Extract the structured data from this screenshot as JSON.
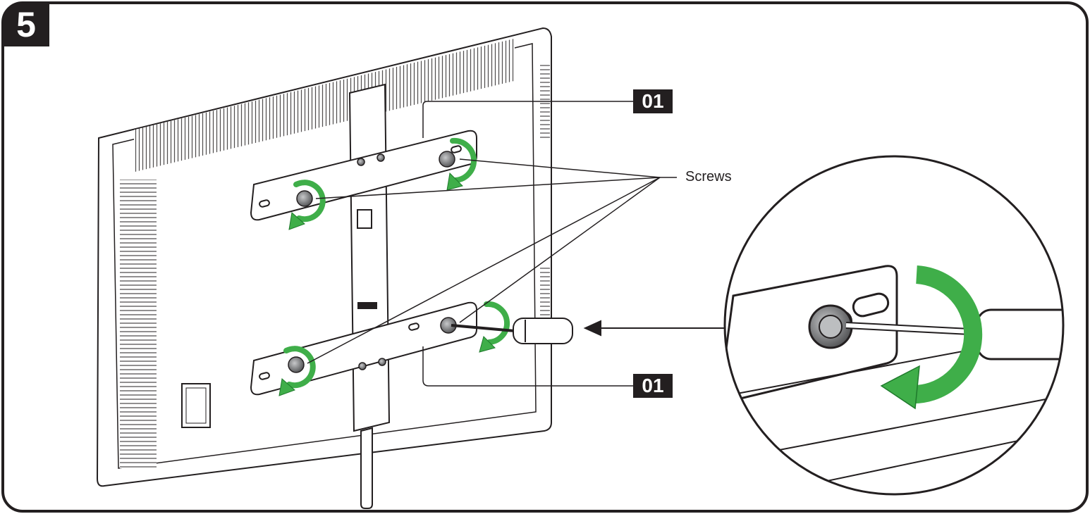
{
  "step": {
    "number": "5"
  },
  "labels": {
    "part_top": "01",
    "part_bottom": "01",
    "screws": "Screws"
  },
  "colors": {
    "outline": "#231f20",
    "arrow_green": "#3fae49",
    "arrow_green_dark": "#1f7a2c",
    "panel_fill": "#ffffff",
    "screw_gray": "#8a8c8e"
  }
}
